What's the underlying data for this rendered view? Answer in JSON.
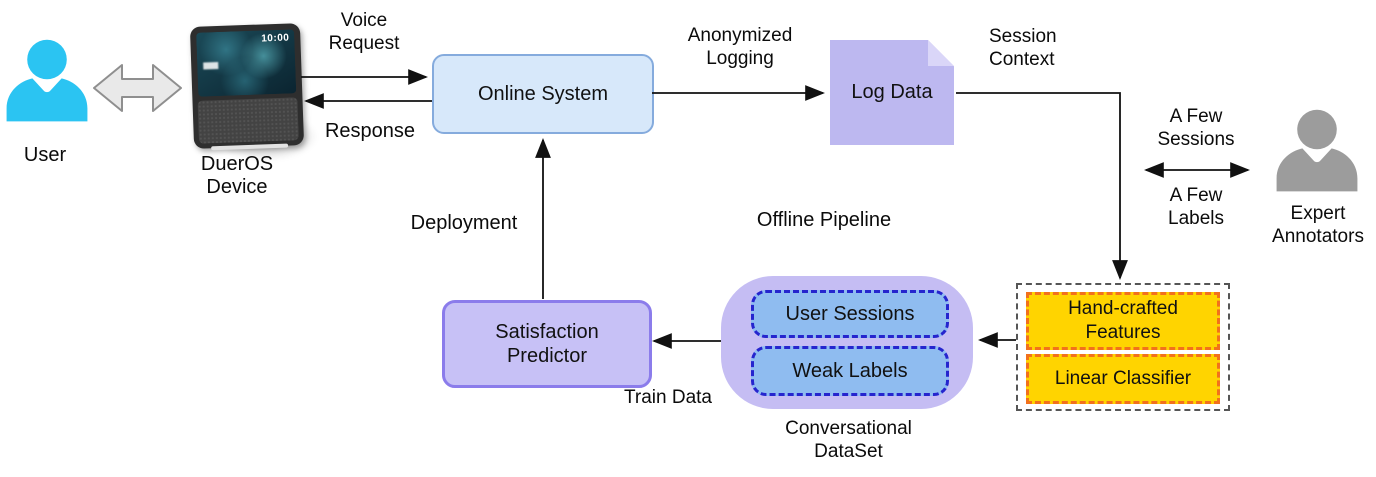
{
  "title": "DuerOS user-satisfaction prediction pipeline diagram",
  "colors": {
    "user_icon": "#2BC4F2",
    "expert_icon": "#9C9C9C",
    "online_system_fill": "#D7E8FA",
    "online_system_border": "#85ABDD",
    "log_data_fill": "#BDB8F0",
    "satisfaction_predictor_fill": "#C7C1F6",
    "satisfaction_predictor_border": "#8B7CEB",
    "dataset_container_fill": "#C5BDF3",
    "dataset_item_fill": "#8FBCF0",
    "dataset_item_border": "#2525CE",
    "feature_box_fill": "#FFD400",
    "feature_box_border": "#F2711C",
    "annotation_box_border": "#555555",
    "arrow": "#111111",
    "block_arrow_fill": "#E9E9E9",
    "block_arrow_border": "#8F8F8F"
  },
  "nodes": {
    "user": {
      "label": "User"
    },
    "dueros_device": {
      "label": "DuerOS\nDevice",
      "screen_time": "10:00"
    },
    "online_system": {
      "label": "Online System"
    },
    "log_data": {
      "label": "Log Data"
    },
    "expert_annotators": {
      "label": "Expert\nAnnotators"
    },
    "hand_crafted_features": {
      "label": "Hand-crafted\nFeatures"
    },
    "linear_classifier": {
      "label": "Linear Classifier"
    },
    "user_sessions": {
      "label": "User Sessions"
    },
    "weak_labels": {
      "label": "Weak Labels"
    },
    "conversational_dataset": {
      "label": "Conversational\nDataSet"
    },
    "satisfaction_predictor": {
      "label": "Satisfaction\nPredictor"
    }
  },
  "edge_labels": {
    "voice_request": "Voice\nRequest",
    "response": "Response",
    "anonymized_logging": "Anonymized\nLogging",
    "session_context": "Session\nContext",
    "a_few_sessions": "A Few\nSessions",
    "a_few_labels": "A Few\nLabels",
    "deployment": "Deployment",
    "train_data": "Train Data",
    "offline_pipeline": "Offline Pipeline"
  }
}
